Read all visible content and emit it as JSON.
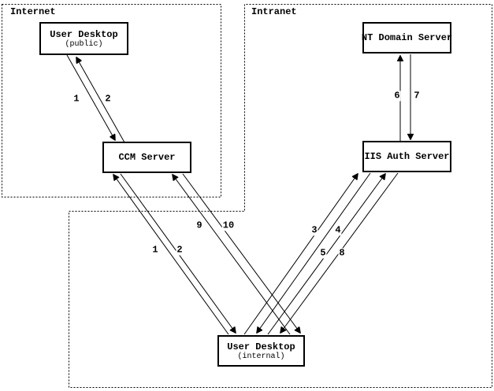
{
  "diagram": {
    "regions": {
      "internet": {
        "label": "Internet"
      },
      "intranet": {
        "label": "Intranet"
      }
    },
    "nodes": {
      "user_desktop_public": {
        "title": "User Desktop",
        "subtitle": "(public)"
      },
      "ccm_server": {
        "title": "CCM Server"
      },
      "nt_domain_server": {
        "title": "NT Domain Server"
      },
      "iis_auth_server": {
        "title": "IIS Auth Server"
      },
      "user_desktop_internal": {
        "title": "User Desktop",
        "subtitle": "(internal)"
      }
    },
    "edge_labels": {
      "public_to_ccm_step1": "1",
      "ccm_to_public_step2": "2",
      "internal_to_ccm_step1": "1",
      "ccm_to_internal_step2": "2",
      "internal_to_ccm_step9": "9",
      "ccm_to_internal_step10": "10",
      "internal_to_iis_step3": "3",
      "iis_to_internal_step4": "4",
      "internal_to_iis_step5": "5",
      "iis_to_internal_step8": "8",
      "iis_to_nt_step6": "6",
      "nt_to_iis_step7": "7"
    },
    "colors": {
      "line": "#000000",
      "background": "#ffffff"
    }
  }
}
